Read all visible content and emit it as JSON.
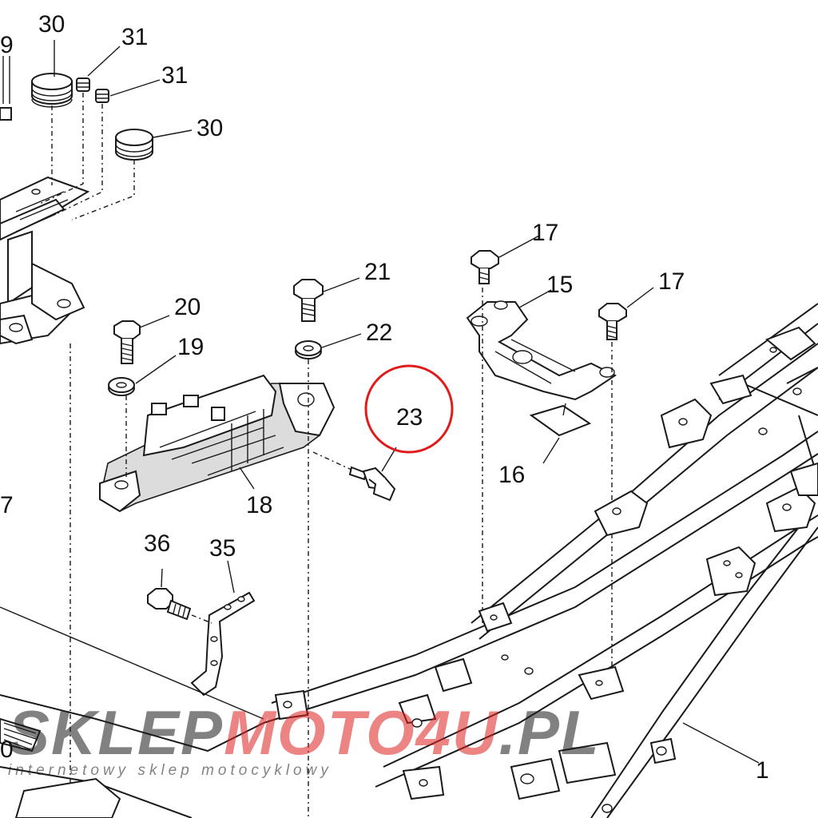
{
  "diagram": {
    "callouts": [
      {
        "id": "c-29",
        "label": "9"
      },
      {
        "id": "c-30a",
        "label": "30"
      },
      {
        "id": "c-31a",
        "label": "31"
      },
      {
        "id": "c-31b",
        "label": "31"
      },
      {
        "id": "c-30b",
        "label": "30"
      },
      {
        "id": "c-21",
        "label": "21"
      },
      {
        "id": "c-22",
        "label": "22"
      },
      {
        "id": "c-20",
        "label": "20"
      },
      {
        "id": "c-19",
        "label": "19"
      },
      {
        "id": "c-23",
        "label": "23"
      },
      {
        "id": "c-18",
        "label": "18"
      },
      {
        "id": "c-17a",
        "label": "17"
      },
      {
        "id": "c-15",
        "label": "15"
      },
      {
        "id": "c-17b",
        "label": "17"
      },
      {
        "id": "c-16",
        "label": "16"
      },
      {
        "id": "c-36",
        "label": "36"
      },
      {
        "id": "c-35",
        "label": "35"
      },
      {
        "id": "c-7",
        "label": "7"
      },
      {
        "id": "c-0",
        "label": "0"
      },
      {
        "id": "c-1",
        "label": "1"
      }
    ],
    "highlight": {
      "target": "23",
      "color": "#e01b1b"
    }
  },
  "watermark": {
    "part1": "SKLEP",
    "part2": "MOTO",
    "part3": "4U",
    "part4": ".PL",
    "tagline": "internetowy sklep motocyklowy",
    "color_dark": "#1c1c1c",
    "color_red": "#e02020"
  }
}
